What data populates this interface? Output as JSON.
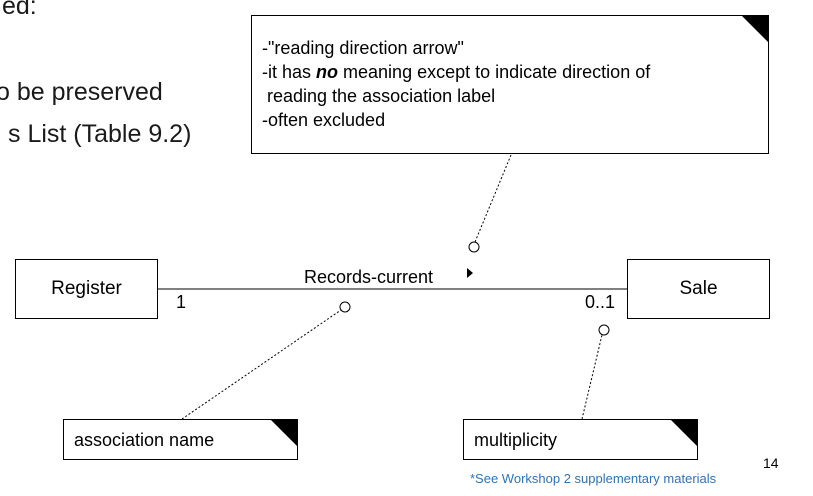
{
  "slide": {
    "line1": "ed:",
    "line2": "o be preserved",
    "line3": "s List (Table 9.2)"
  },
  "classes": {
    "register": "Register",
    "sale": "Sale"
  },
  "association": {
    "name": "Records-current",
    "mult_left": "1",
    "mult_right": "0..1"
  },
  "note_top": {
    "line1": "-\"reading direction arrow\"",
    "line2_before": "-it has ",
    "line2_bold": "no",
    "line2_after": " meaning except to indicate direction of",
    "line3": " reading the association label",
    "line4": "-often excluded"
  },
  "note_assoc": {
    "text": "association name"
  },
  "note_mult": {
    "text": "multiplicity"
  },
  "footnote": "*See Workshop 2 supplementary materials",
  "page_number": "14"
}
